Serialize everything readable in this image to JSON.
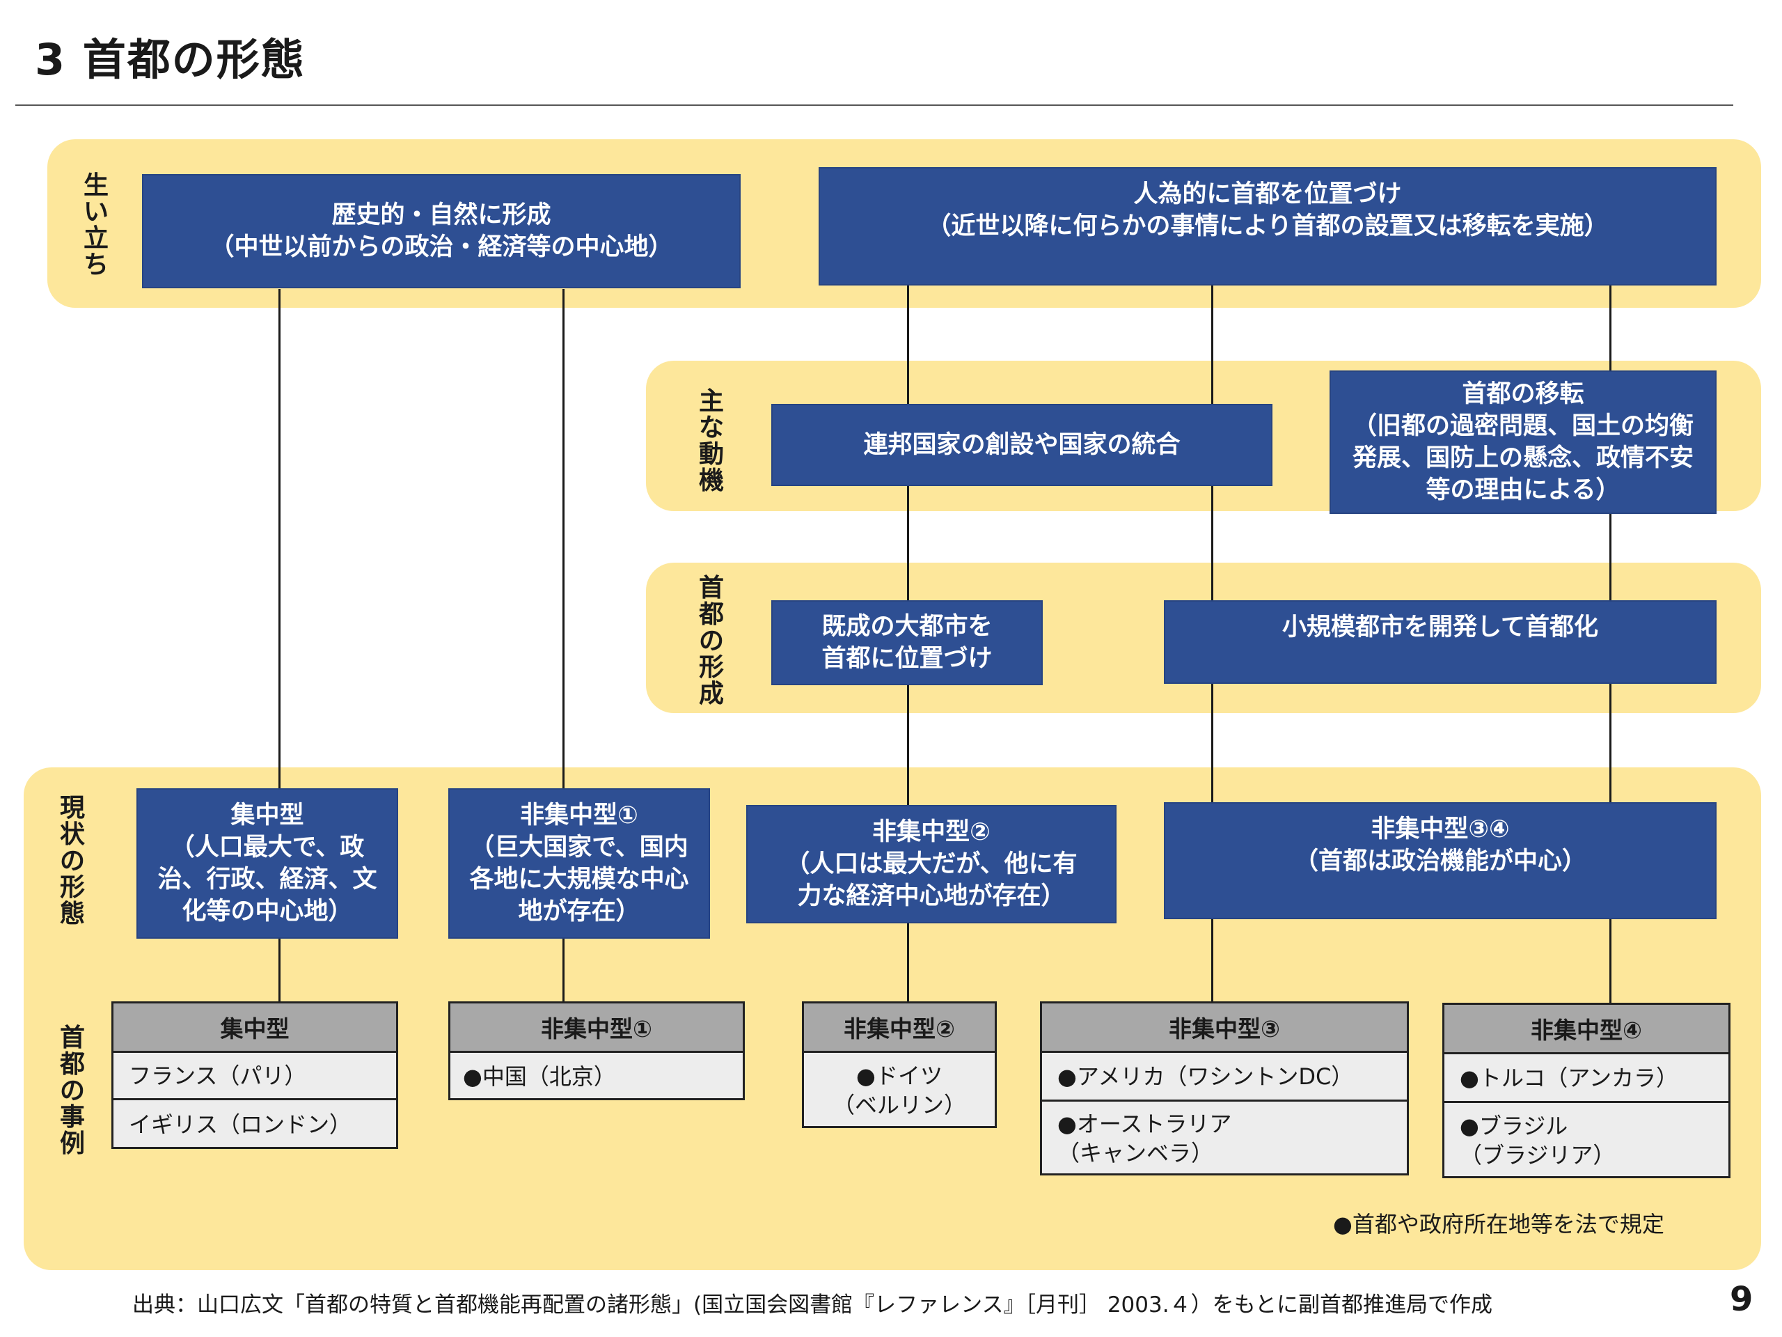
{
  "title": "3 首都の形態",
  "rows": {
    "origin": "生い立ち",
    "motive": "主な動機",
    "formation": "首都の形成",
    "current": "現状の形態",
    "examples": "首都の事例"
  },
  "origin": {
    "natural": "歴史的・自然に形成\n（中世以前からの政治・経済等の中心地）",
    "artificial": "人為的に首都を位置づけ\n（近世以降に何らかの事情により首都の設置又は移転を実施）"
  },
  "motive": {
    "federation": "連邦国家の創設や国家の統合",
    "relocation": "首都の移転\n（旧都の過密問題、国土の均衡発展、国防上の懸念、政情不安等の理由による）"
  },
  "formation": {
    "existing": "既成の大都市を\n首都に位置づけ",
    "small": "小規模都市を開発して首都化"
  },
  "current": {
    "centralized": "集中型\n（人口最大で、政治、行政、経済、文化等の中心地）",
    "decentral1": "非集中型①\n（巨大国家で、国内各地に大規模な中心地が存在）",
    "decentral2": "非集中型②\n（人口は最大だが、他に有力な経済中心地が存在）",
    "decentral34": "非集中型③④\n（首都は政治機能が中心）"
  },
  "examples": {
    "centralized": {
      "header": "集中型",
      "items": [
        "フランス（パリ）",
        "イギリス（ロンドン）"
      ]
    },
    "decentral1": {
      "header": "非集中型①",
      "items": [
        "●中国（北京）"
      ]
    },
    "decentral2": {
      "header": "非集中型②",
      "items": [
        "●ドイツ\n（ベルリン）"
      ]
    },
    "decentral3": {
      "header": "非集中型③",
      "items": [
        "●アメリカ（ワシントンDC）",
        "●オーストラリア\n（キャンベラ）"
      ]
    },
    "decentral4": {
      "header": "非集中型④",
      "items": [
        "●トルコ（アンカラ）",
        "●ブラジル\n（ブラジリア）"
      ]
    }
  },
  "note": "●首都や政府所在地等を法で規定",
  "source": "出典：山口広文「首都の特質と首都機能再配置の諸形態」(国立国会図書館『レファレンス』［月刊］ 2003.４）をもとに副首都推進局で作成",
  "page_number": "9",
  "colors": {
    "band": "#fde79b",
    "box": "#2e4f93",
    "table_header": "#a8a8a8",
    "table_cell": "#ededed"
  }
}
